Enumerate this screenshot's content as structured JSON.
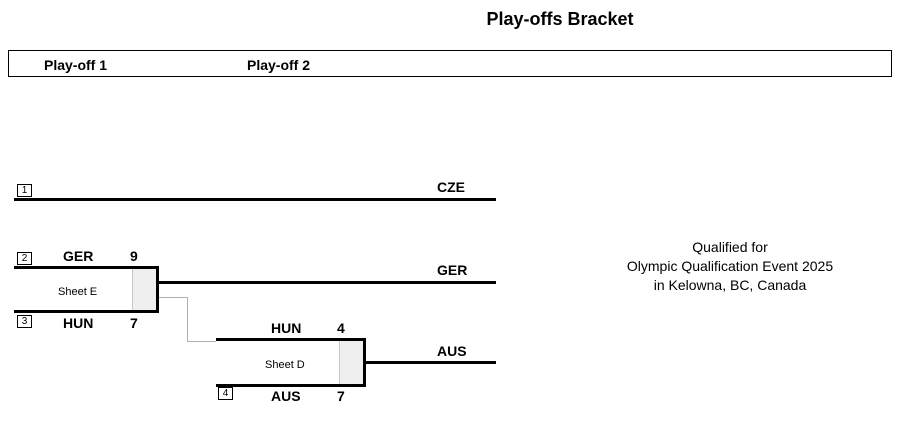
{
  "title": "Play-offs Bracket",
  "rounds": [
    "Play-off 1",
    "Play-off 2"
  ],
  "seeds": {
    "s1": {
      "seed": "1",
      "team": "CZE"
    },
    "s2": {
      "seed": "2",
      "team": "GER",
      "score": "9"
    },
    "s3": {
      "seed": "3",
      "team": "HUN",
      "score": "7"
    },
    "s4": {
      "seed": "4",
      "team": "AUS",
      "score": "7"
    }
  },
  "match1": {
    "sheet": "Sheet E"
  },
  "match2": {
    "top_team": "HUN",
    "top_score": "4",
    "sheet": "Sheet D"
  },
  "results": [
    "CZE",
    "GER",
    "AUS"
  ],
  "qualified_note": [
    "Qualified for",
    "Olympic Qualification Event 2025",
    "in Kelowna, BC, Canada"
  ]
}
